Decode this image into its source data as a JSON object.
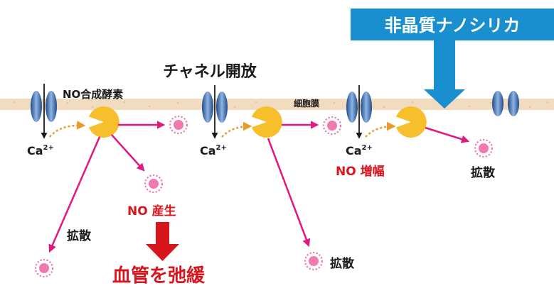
{
  "banner": {
    "text": "非晶質ナノシリカ",
    "color": "#1a8fd0"
  },
  "labels": {
    "channel_open": "チャネル開放",
    "no_synthase": "NO合成酵素",
    "membrane": "細胞膜",
    "calcium_1": "Ca",
    "calcium_2": "Ca",
    "calcium_3": "Ca",
    "calcium_superscript": "2+",
    "no_production": "NO 産生",
    "no_amplification": "NO 増幅",
    "diffusion_1": "拡散",
    "diffusion_2": "拡散",
    "diffusion_3": "拡散",
    "vasodilation": "血管を弛緩"
  },
  "colors": {
    "membrane": "#f1dcc0",
    "enzyme": "#f7bf2c",
    "arrow": "#e0187f",
    "calcium_flow": "#e89a2a",
    "channel": "#3a6fb3",
    "emphasis": "#d8141c",
    "molecule": "#f07ab0",
    "text": "#1a1a1a"
  }
}
